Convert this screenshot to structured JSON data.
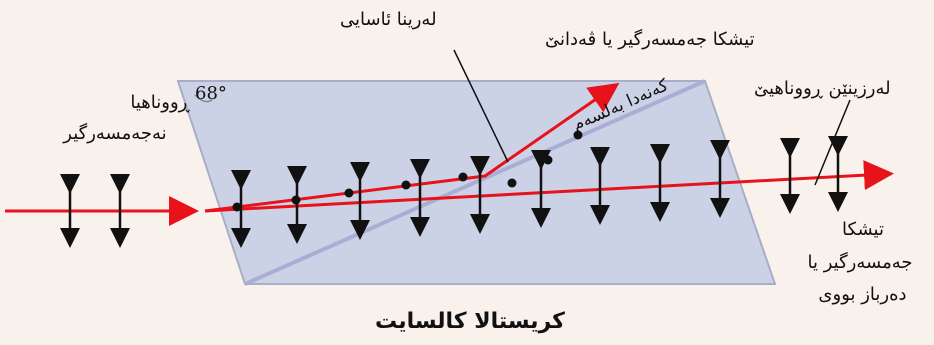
{
  "caption": "کریستالا کالسایت",
  "labels": {
    "unpolarized_light_line1": "ڕووناهیا",
    "unpolarized_light_line2": "نەجەمسەرگیر",
    "ordinary_line": "لەرینا ئاسایی",
    "extraordinary_ray": "تیشکا جەمسەرگیر یا ڤەدانێ",
    "light_vibration": "لەرزینێن ڕووناهیێ",
    "optic_axis": "کەنەدا بەلسەم",
    "ordinary_ray_line1": "تیشکا",
    "ordinary_ray_line2": "جەمسەرگیر یا",
    "ordinary_ray_line3": "دەرباز بووی",
    "angle": "68°"
  },
  "colors": {
    "background": "#f9f1ec",
    "crystal_fill": "#ccd2e6",
    "crystal_edge": "#a8aec6",
    "ray": "#e8121b",
    "axis": "#a9aed4",
    "arrow": "#111111"
  }
}
